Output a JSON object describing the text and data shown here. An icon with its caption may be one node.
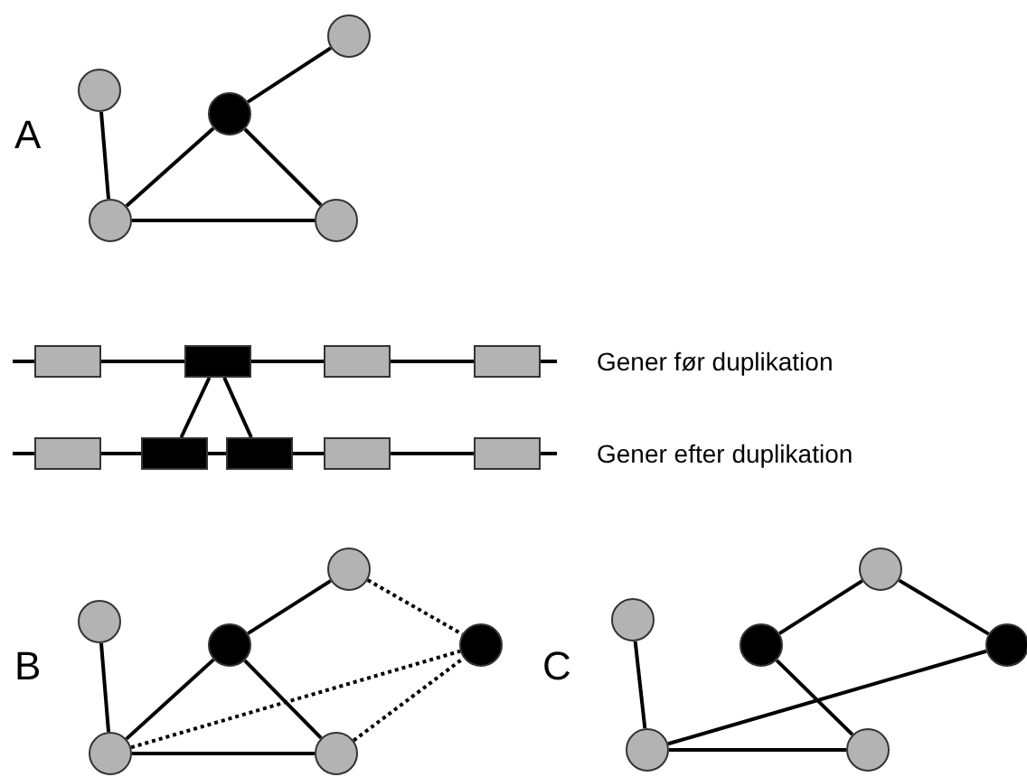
{
  "diagram": {
    "nodes": [
      {
        "text": [],
        "shape": "circle"
      },
      {
        "text": [],
        "shape": "circle"
      },
      {
        "text": [],
        "shape": "circle"
      },
      {
        "text": [],
        "shape": "circle"
      },
      {
        "text": [],
        "shape": "circle"
      },
      {
        "text": [],
        "shape": "box"
      },
      {
        "text": [],
        "shape": "box"
      },
      {
        "text": [],
        "shape": "box"
      },
      {
        "text": [],
        "shape": "box"
      },
      {
        "text": [],
        "shape": "box"
      },
      {
        "text": [],
        "shape": "box"
      },
      {
        "text": [],
        "shape": "box"
      },
      {
        "text": [],
        "shape": "box"
      },
      {
        "text": [],
        "shape": "box"
      },
      {
        "text": [],
        "shape": "circle"
      },
      {
        "text": [],
        "shape": "circle"
      },
      {
        "text": [],
        "shape": "circle"
      },
      {
        "text": [],
        "shape": "circle"
      },
      {
        "text": [],
        "shape": "circle"
      },
      {
        "text": [],
        "shape": "circle"
      },
      {
        "text": [],
        "shape": "circle"
      },
      {
        "text": [],
        "shape": "circle"
      },
      {
        "text": [],
        "shape": "circle"
      },
      {
        "text": [],
        "shape": "circle"
      },
      {
        "text": [],
        "shape": "circle"
      },
      {
        "text": [],
        "shape": "circle"
      }
    ],
    "edges": [
      {
        "from": 1,
        "to": 3,
        "arrow": "none"
      },
      {
        "from": 2,
        "to": 0,
        "arrow": "none"
      },
      {
        "from": 2,
        "to": 3,
        "arrow": "none"
      },
      {
        "from": 2,
        "to": 4,
        "arrow": "none"
      },
      {
        "from": 3,
        "to": 4,
        "arrow": "none"
      },
      {
        "from": 6,
        "to": 10,
        "arrow": "none"
      },
      {
        "from": 6,
        "to": 11,
        "arrow": "none"
      },
      {
        "from": 15,
        "to": 18,
        "arrow": "none"
      },
      {
        "from": 16,
        "to": 14,
        "arrow": "none"
      },
      {
        "from": 16,
        "to": 18,
        "arrow": "none"
      },
      {
        "from": 16,
        "to": 19,
        "arrow": "none"
      },
      {
        "from": 18,
        "to": 19,
        "arrow": "none"
      },
      {
        "from": 14,
        "to": 17,
        "arrow": "none",
        "style": "dashed"
      },
      {
        "from": 18,
        "to": 17,
        "arrow": "none",
        "style": "dashed"
      },
      {
        "from": 19,
        "to": 17,
        "arrow": "none",
        "style": "dashed"
      },
      {
        "from": 21,
        "to": 24,
        "arrow": "none"
      },
      {
        "from": 22,
        "to": 20,
        "arrow": "none"
      },
      {
        "from": 20,
        "to": 23,
        "arrow": "none"
      },
      {
        "from": 22,
        "to": 25,
        "arrow": "none"
      },
      {
        "from": 24,
        "to": 23,
        "arrow": "none"
      },
      {
        "from": 24,
        "to": 25,
        "arrow": "none"
      }
    ],
    "labels": [
      "A",
      "Gener før duplikation",
      "Gener efter duplikation",
      "B",
      "C"
    ]
  }
}
